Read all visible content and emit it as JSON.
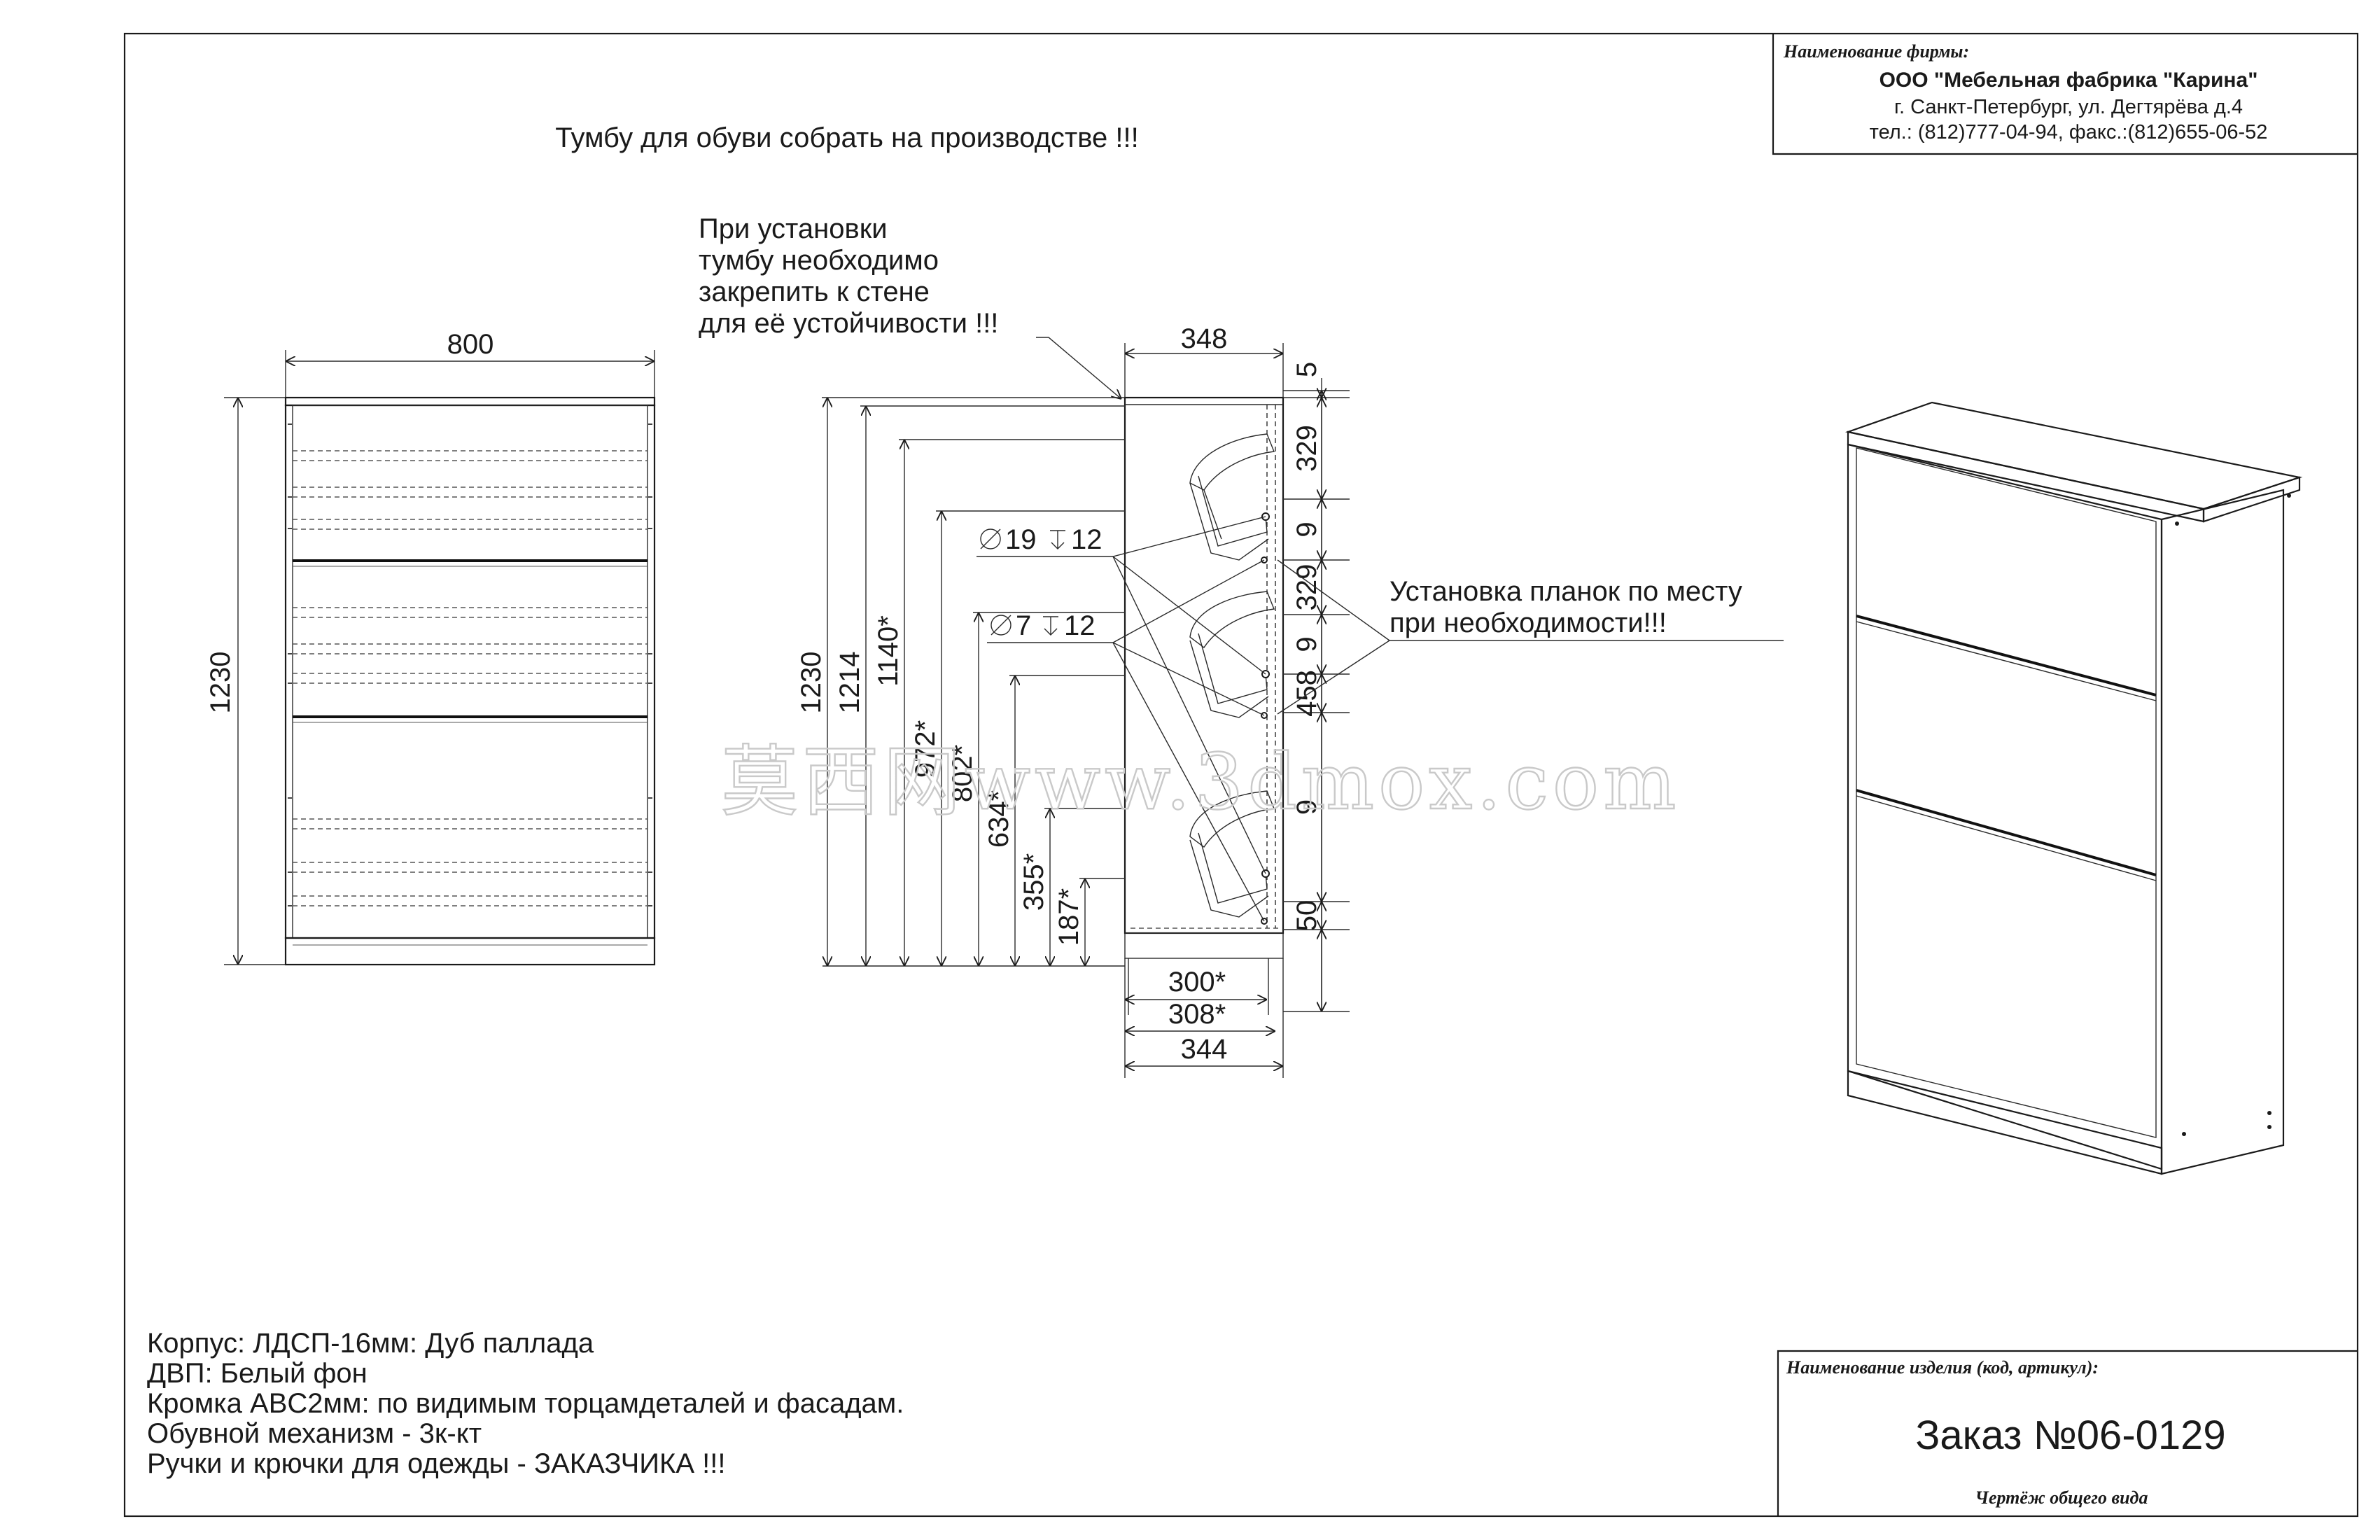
{
  "title_block": {
    "company_header": "Наименование фирмы:",
    "company_name": "ООО \"Мебельная фабрика \"Карина\"",
    "company_address": "г. Санкт-Петербург, ул. Дегтярёва д.4",
    "company_phone": "тел.: (812)777-04-94, факс.:(812)655-06-52",
    "product_header": "Наименование изделия (код, артикул):",
    "order_number": "Заказ №06-0129",
    "drawing_type": "Чертёж общего вида"
  },
  "notes": {
    "assembly": "Тумбу для обуви собрать на производстве !!!",
    "wall_fix": [
      "При установки",
      "тумбу необходимо",
      "закрепить к стене",
      "для её устойчивости !!!"
    ],
    "planks": [
      "Установка планок по месту",
      "при необходимости!!!"
    ]
  },
  "front_view": {
    "width_label": "800",
    "height_label": "1230"
  },
  "side_view": {
    "top_width": "348",
    "heights": [
      "1230",
      "1214",
      "1140*",
      "972*",
      "802*",
      "634*",
      "355*",
      "187*"
    ],
    "hole_large": {
      "diameter": "19",
      "depth": "12"
    },
    "hole_small": {
      "diameter": "7",
      "depth": "12"
    },
    "right_dims": [
      "5",
      "329",
      "9",
      "329",
      "9",
      "458",
      "9",
      "50"
    ],
    "bottom_widths": [
      "300*",
      "308*",
      "344"
    ]
  },
  "materials": [
    "Корпус: ЛДСП-16мм: Дуб паллада",
    "ДВП: Белый фон",
    "Кромка ABC2мм: по видимым торцамдеталей и фасадам.",
    "Обувной механизм - 3к-кт",
    "Ручки и крючки для одежды - ЗАКАЗЧИКА !!!"
  ],
  "watermark": "莫西网www.3dmox.com"
}
